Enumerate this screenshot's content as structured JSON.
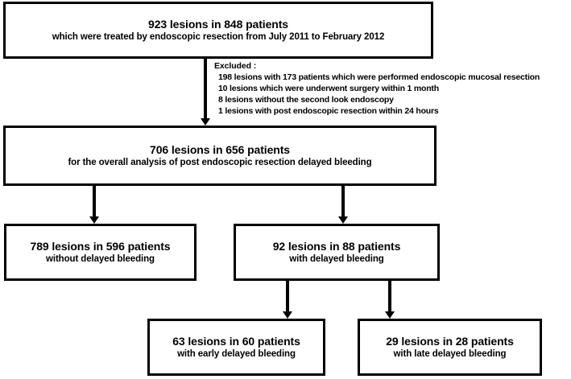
{
  "flowchart": {
    "title": "Patient and lesion flow diagram for post endoscopic resection delayed bleeding",
    "colors": {
      "border": "#000000",
      "background": "#ffffff",
      "text": "#000000",
      "arrow": "#000000"
    },
    "boxes": {
      "enrolled": {
        "primary": "923 lesions in 848 patients",
        "secondary": "which were treated by endoscopic resection from July 2011 to February 2012"
      },
      "overall": {
        "primary": "706 lesions in 656 patients",
        "secondary": "for the overall analysis of post endoscopic resection delayed bleeding"
      },
      "no_delayed_bleeding": {
        "primary": "789 lesions in 596 patients",
        "secondary": "without delayed bleeding"
      },
      "delayed_bleeding": {
        "primary": "92 lesions in 88 patients",
        "secondary": "with delayed bleeding"
      },
      "early_delayed_bleeding": {
        "primary": "63 lesions in 60 patients",
        "secondary": "with early delayed bleeding"
      },
      "late_delayed_bleeding": {
        "primary": "29 lesions in 28 patients",
        "secondary": "with late delayed bleeding"
      }
    },
    "exclusions": {
      "heading": "Excluded :",
      "items": [
        "198 lesions with 173 patients which were performed endoscopic mucosal resection",
        "10 lesions which were underwent surgery within 1 month",
        "8 lesions without the second look endoscopy",
        "1 lesions with post endoscopic resection within 24 hours"
      ]
    },
    "arrows": [
      {
        "name": "enrolled-to-overall",
        "direction": "down"
      },
      {
        "name": "overall-to-no-delayed-bleeding",
        "direction": "down"
      },
      {
        "name": "overall-to-delayed-bleeding",
        "direction": "down"
      },
      {
        "name": "delayed-bleeding-to-early",
        "direction": "down"
      },
      {
        "name": "delayed-bleeding-to-late",
        "direction": "down"
      }
    ]
  }
}
